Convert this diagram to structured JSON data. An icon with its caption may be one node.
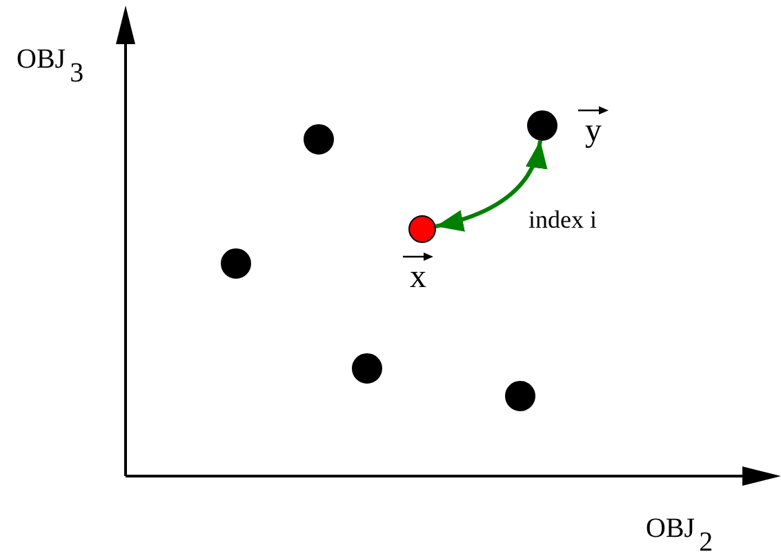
{
  "diagram": {
    "nodes": [
      {
        "text": [],
        "shape": "circle",
        "beside": [
          "y"
        ]
      },
      {
        "text": [],
        "shape": "circle"
      },
      {
        "text": [],
        "shape": "circle",
        "beside": [
          "x"
        ]
      },
      {
        "text": [],
        "shape": "circle"
      },
      {
        "text": [],
        "shape": "circle"
      },
      {
        "text": [],
        "shape": "circle"
      }
    ],
    "edges": [
      {
        "from": 2,
        "to": 0,
        "arrow": "both",
        "label": "index i",
        "color": "#008000"
      }
    ],
    "labels": [
      "OBJ$_{3}$",
      "OBJ$_{2}$"
    ]
  }
}
